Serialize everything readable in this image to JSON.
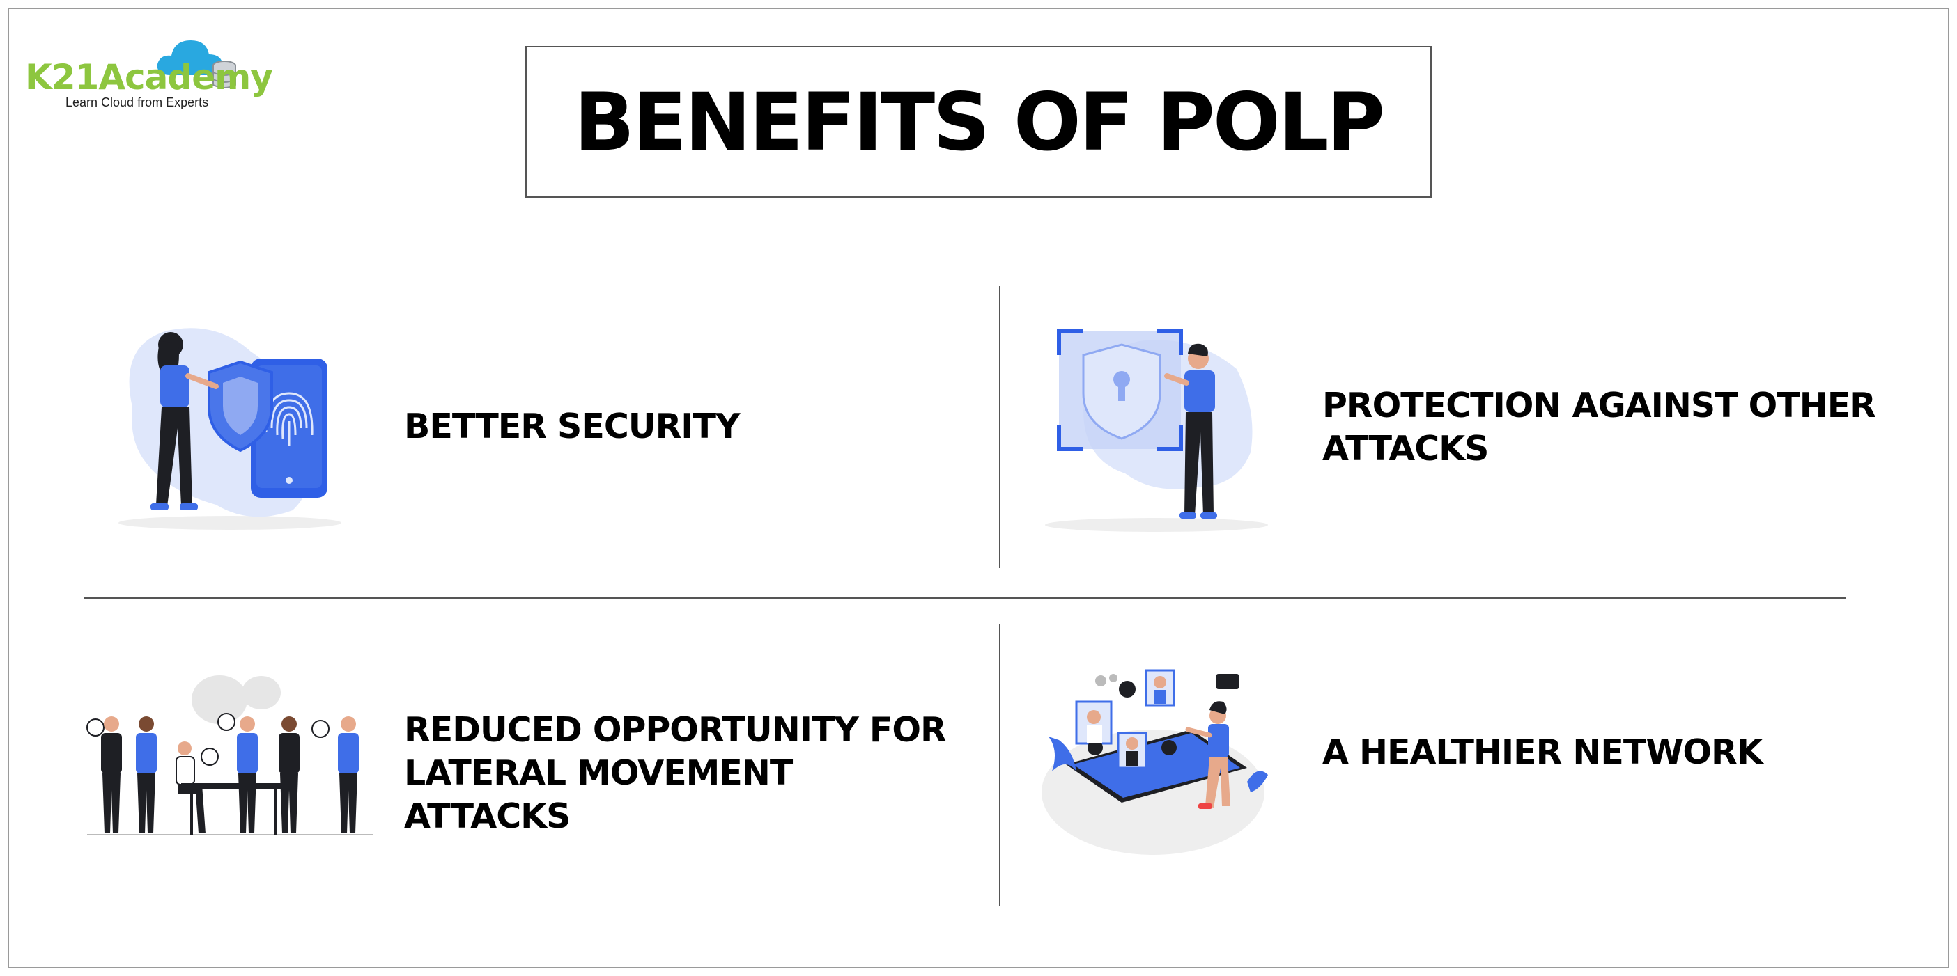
{
  "logo": {
    "name": "K21Academy",
    "tagline": "Learn Cloud from Experts"
  },
  "title": "BENEFITS OF POLP",
  "benefits": [
    {
      "label": "BETTER SECURITY",
      "illustration": "woman-phone-fingerprint-shield-illustration"
    },
    {
      "label": "PROTECTION AGAINST OTHER ATTACKS",
      "illustration": "man-security-lock-screen-illustration"
    },
    {
      "label": "REDUCED OPPORTUNITY FOR LATERAL MOVEMENT ATTACKS",
      "illustration": "team-meeting-illustration"
    },
    {
      "label": "A HEALTHIER NETWORK",
      "illustration": "social-network-phone-illustration"
    }
  ],
  "colors": {
    "accent_blue": "#3f6ee8",
    "light_blue": "#dfe7fb",
    "logo_green": "#8dc63f",
    "logo_cloud": "#29a8e0",
    "dark": "#1e1f24"
  }
}
